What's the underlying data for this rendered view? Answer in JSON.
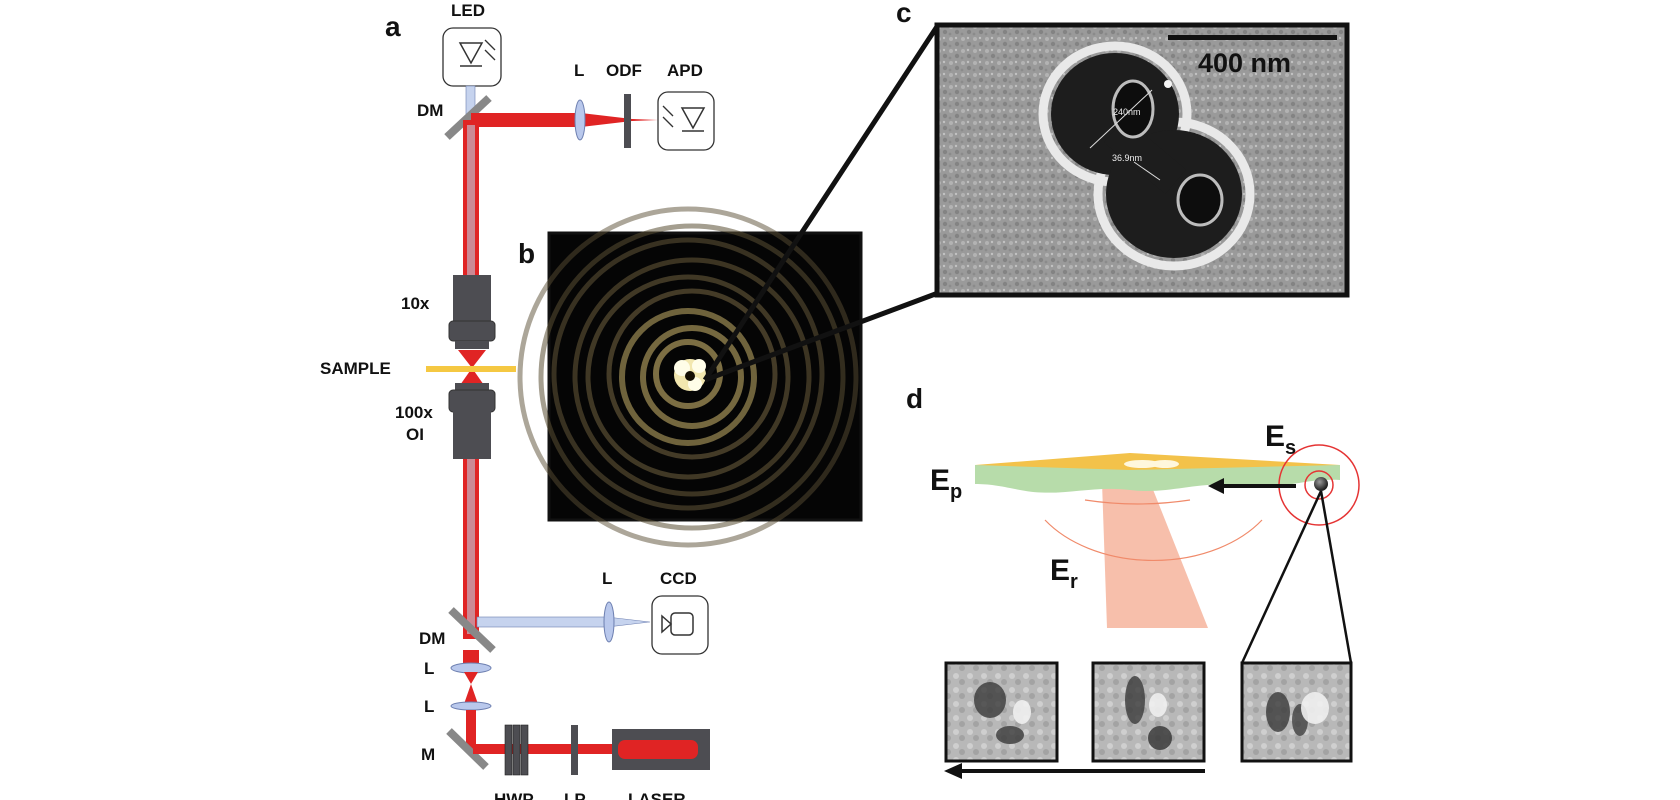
{
  "panels": {
    "a": "a",
    "b": "b",
    "c": "c",
    "d": "d"
  },
  "labels": {
    "led": "LED",
    "dm_top": "DM",
    "l_top": "L",
    "odf": "ODF",
    "apd": "APD",
    "obj10": "10x",
    "sample": "SAMPLE",
    "obj100": "100x",
    "oi": "OI",
    "l_ccd": "L",
    "ccd": "CCD",
    "dm_bottom": "DM",
    "l1": "L",
    "l2": "L",
    "m": "M",
    "hwp": "HWP",
    "lp": "LP",
    "laser": "LASER"
  },
  "sem": {
    "scale_bar": "400 nm",
    "measure1": "240nm",
    "measure2": "36.9nm"
  },
  "fields": {
    "es": "E",
    "es_sub": "s",
    "ep": "E",
    "ep_sub": "p",
    "er": "E",
    "er_sub": "r"
  },
  "colors": {
    "laser_red": "#e02424",
    "led_blue": "#c6d3ee",
    "gold": "#f5c842",
    "sample_film": "#f3c24a",
    "green_wave": "#b7dcaa",
    "salmon_cone": "#f6b8a2",
    "gray_optic": "#4d4d52"
  }
}
